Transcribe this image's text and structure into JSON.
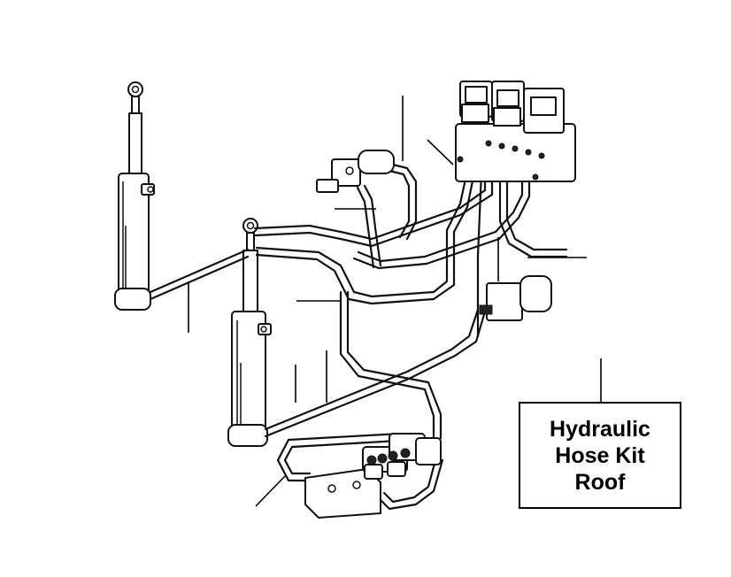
{
  "label": {
    "lines": [
      "Hydraulic",
      "Hose Kit",
      "Roof"
    ]
  },
  "colors": {
    "line": "#111111",
    "background": "#ffffff"
  }
}
